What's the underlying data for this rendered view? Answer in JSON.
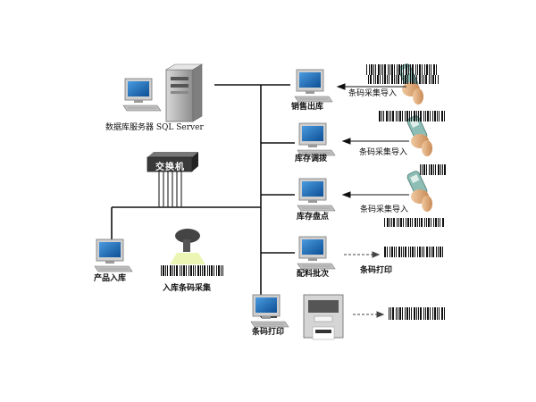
{
  "labels": {
    "db_server": "数据库服务器 SQL Server",
    "switch": "交换机",
    "sales_out": "销售出库",
    "inventory_transfer": "库存调拨",
    "inventory_count": "库存盘点",
    "batching": "配料批次",
    "barcode_print_station": "条码打印",
    "product_in": "产品入库",
    "inbound_barcode_capture": "入库条码采集",
    "barcode_import_1": "条码采集导入",
    "barcode_import_2": "条码采集导入",
    "barcode_import_3": "条码采集导入",
    "barcode_print_out": "条码打印"
  },
  "colors": {
    "network_line": "#111111",
    "monitor_screen": "#1f6fb8",
    "handheld_body": "#7fb0a8",
    "switch_body": "#3a3a3a"
  }
}
